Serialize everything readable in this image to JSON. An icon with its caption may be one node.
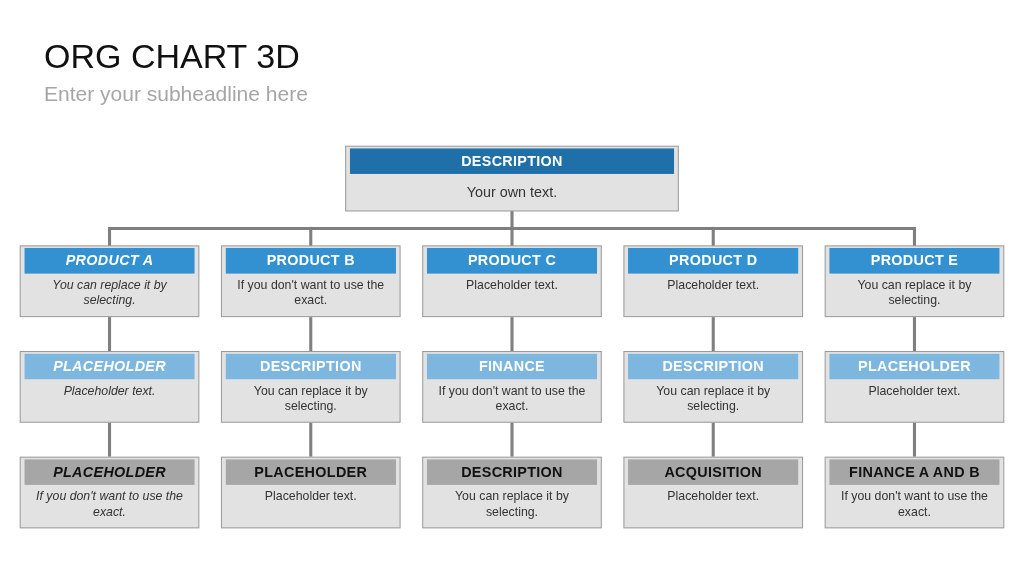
{
  "diagram": {
    "title": "ORG CHART 3D",
    "nodes": [
      {
        "text": [
          "DESCRIPTION",
          "Your own text."
        ]
      },
      {
        "text": [
          "PRODUCT A",
          "You can replace it by selecting."
        ]
      },
      {
        "text": [
          "PRODUCT B",
          "If you don't want to use the exact."
        ]
      },
      {
        "text": [
          "PRODUCT C",
          "Placeholder text."
        ]
      },
      {
        "text": [
          "PRODUCT D",
          "Placeholder text."
        ]
      },
      {
        "text": [
          "PRODUCT E",
          "You can replace it by selecting."
        ]
      },
      {
        "text": [
          "PLACEHOLDER",
          "Placeholder text."
        ]
      },
      {
        "text": [
          "DESCRIPTION",
          "You can replace it by selecting."
        ]
      },
      {
        "text": [
          "FINANCE",
          "If you don't want to use the exact."
        ]
      },
      {
        "text": [
          "DESCRIPTION",
          "You can replace it by selecting."
        ]
      },
      {
        "text": [
          "PLACEHOLDER",
          "Placeholder text."
        ]
      },
      {
        "text": [
          "PLACEHOLDER",
          "If you don't want to use the exact."
        ]
      },
      {
        "text": [
          "PLACEHOLDER",
          "Placeholder text."
        ]
      },
      {
        "text": [
          "DESCRIPTION",
          "You can replace it by selecting."
        ]
      },
      {
        "text": [
          "ACQUISITION",
          "Placeholder text."
        ]
      },
      {
        "text": [
          "FINANCE A AND B",
          "If you don't want to use the exact."
        ]
      }
    ],
    "edges": [
      {
        "from": 0,
        "to": 1,
        "arrow": "none"
      },
      {
        "from": 0,
        "to": 2,
        "arrow": "none"
      },
      {
        "from": 0,
        "to": 3,
        "arrow": "none"
      },
      {
        "from": 0,
        "to": 4,
        "arrow": "none"
      },
      {
        "from": 0,
        "to": 5,
        "arrow": "none"
      },
      {
        "from": 1,
        "to": 6,
        "arrow": "none"
      },
      {
        "from": 2,
        "to": 7,
        "arrow": "none"
      },
      {
        "from": 3,
        "to": 8,
        "arrow": "none"
      },
      {
        "from": 4,
        "to": 9,
        "arrow": "none"
      },
      {
        "from": 5,
        "to": 10,
        "arrow": "none"
      },
      {
        "from": 6,
        "to": 11,
        "arrow": "none"
      },
      {
        "from": 7,
        "to": 12,
        "arrow": "none"
      },
      {
        "from": 8,
        "to": 13,
        "arrow": "none"
      },
      {
        "from": 9,
        "to": 14,
        "arrow": "none"
      },
      {
        "from": 10,
        "to": 15,
        "arrow": "none"
      }
    ],
    "labels": [
      "Enter your subheadline here"
    ]
  }
}
